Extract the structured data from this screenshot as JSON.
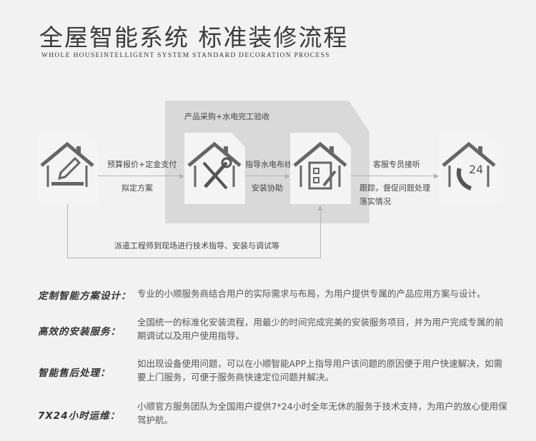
{
  "header": {
    "title": "全屋智能系统 标准装修流程",
    "subtitle": "WHOLE HOUSEINTELLIGENT SYSTEM STANDARD DECORATION PROCESS"
  },
  "flow": {
    "zone_label": "产品采购+水电完工验收",
    "steps": [
      {
        "icon": "house-pencil-ruler-icon"
      },
      {
        "icon": "house-tools-icon"
      },
      {
        "icon": "house-checklist-icon"
      },
      {
        "icon": "house-phone-24-icon",
        "badge": "24"
      }
    ],
    "edge1": {
      "top": "预算报价+定金支付",
      "bottom": "拟定方案"
    },
    "edge2": {
      "top": "指导水电布线",
      "bottom": "安装协助"
    },
    "edge3": {
      "top": "客服专员接听",
      "bottom1": "跟踪，督促问题处理",
      "bottom2": "落实情况"
    },
    "loop_label": "派遣工程师到现场进行技术指导、安装与调试等"
  },
  "features": [
    {
      "label": "定制智能方案设计：",
      "desc": "专业的小顺服务商结合用户的实际需求与布局，为用户提供专属的产品应用方案与设计。"
    },
    {
      "label": "高效的安装服务：",
      "desc": "全国统一的标准化安装流程，用最少的时间完成完美的安装服务项目，并为用户完成专属的前期调试以及用户使用指导。"
    },
    {
      "label": "智能售后处理：",
      "desc": "如出现设备使用问题，可以在小顺智能APP上指导用户该问题的原因便于用户快速解决，如需要上门服务，可便于服务商快速定位问题并解决。"
    },
    {
      "label": "7X24小时运维：",
      "desc": "小顺官方服务团队为全国用户提供7*24小时全年无休的服务于技术支持，为用户的放心使用保驾护航。"
    }
  ]
}
